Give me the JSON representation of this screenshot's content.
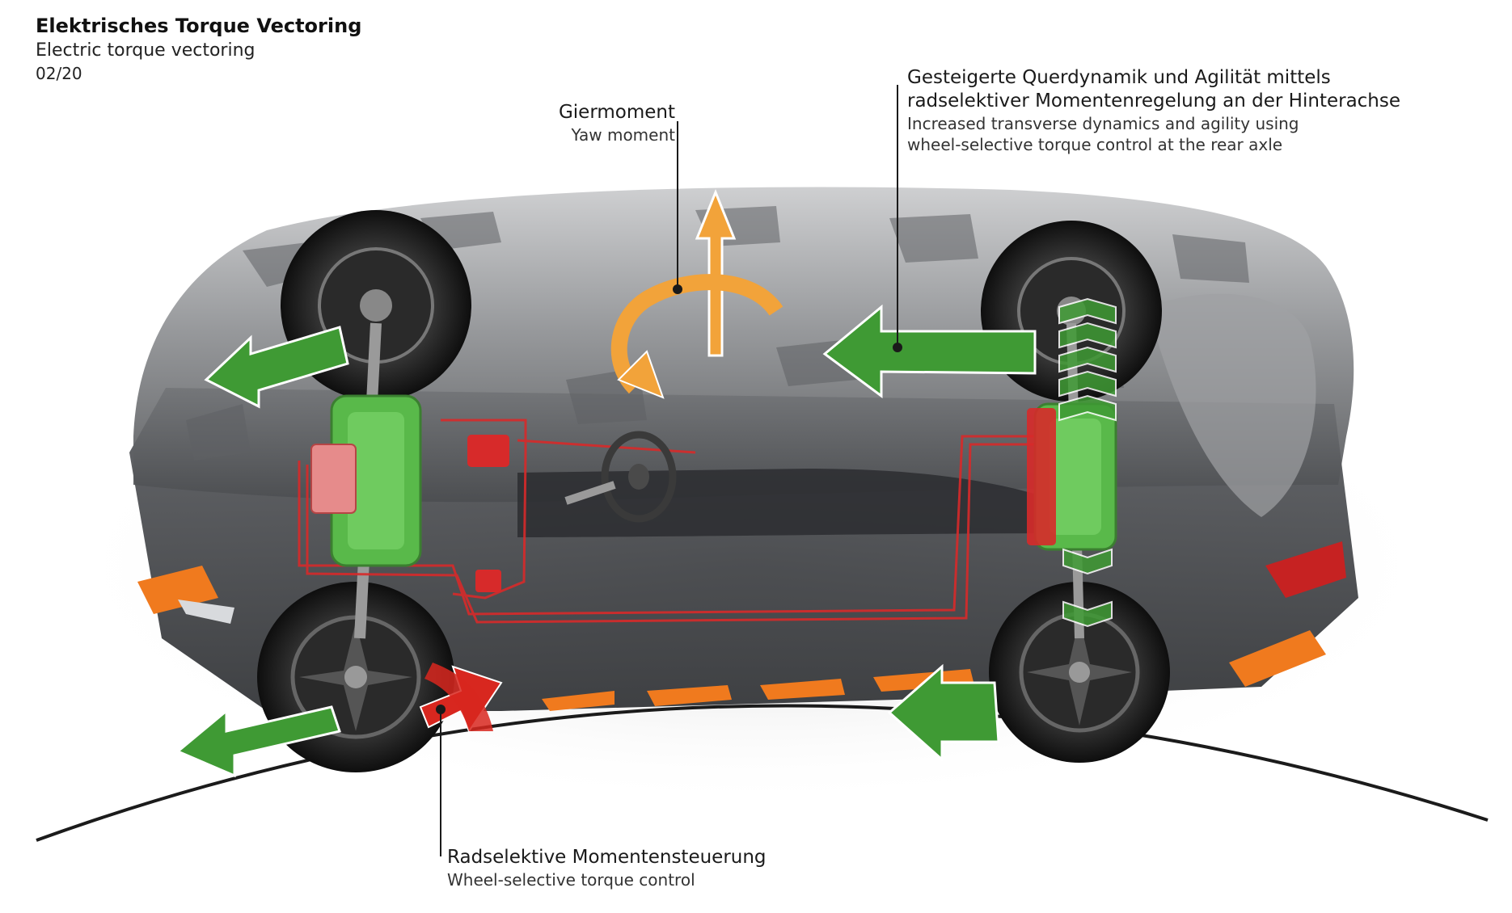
{
  "header": {
    "title": "Elektrisches Torque Vectoring",
    "subtitle": "Electric torque vectoring",
    "issue": "02/20"
  },
  "labels": {
    "yaw": {
      "de": "Giermoment",
      "en": "Yaw moment"
    },
    "rear_axle": {
      "de_line1": "Gesteigerte Querdynamik und Agilität mittels",
      "de_line2": "radselektiver Momentenregelung an der Hinterachse",
      "en_line1": "Increased transverse dynamics and agility using",
      "en_line2": "wheel-selective torque control at the rear axle"
    },
    "wheel_control": {
      "de": "Radselektive Momentensteuerung",
      "en": "Wheel-selective torque control"
    }
  },
  "colors": {
    "green_arrow": "#3f9a34",
    "orange_arrow": "#f2a33a",
    "red_arrow": "#d8271f",
    "motor_green": "#59b94a",
    "control_red": "#d72a2a",
    "body_grey": "#6d6f73",
    "accent_orange": "#f07a1e"
  }
}
